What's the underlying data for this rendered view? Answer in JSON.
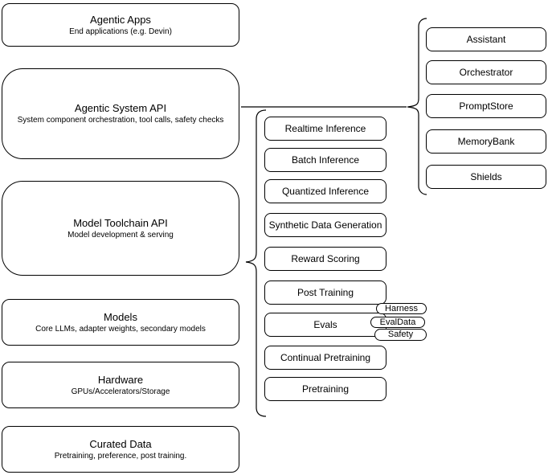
{
  "canvas": {
    "background_color": "#ffffff",
    "stroke_color": "#000000"
  },
  "left_column": [
    {
      "title": "Agentic Apps",
      "subtitle": "End applications (e.g. Devin)"
    },
    {
      "title": "Agentic System API",
      "subtitle": "System component orchestration, tool calls, safety checks"
    },
    {
      "title": "Model Toolchain API",
      "subtitle": "Model development & serving"
    },
    {
      "title": "Models",
      "subtitle": "Core LLMs, adapter weights, secondary models"
    },
    {
      "title": "Hardware",
      "subtitle": "GPUs/Accelerators/Storage"
    },
    {
      "title": "Curated Data",
      "subtitle": "Pretraining, preference, post training."
    }
  ],
  "toolchain_items": [
    "Realtime Inference",
    "Batch Inference",
    "Quantized Inference",
    "Synthetic Data Generation",
    "Reward Scoring",
    "Post Training",
    "Evals",
    "Continual Pretraining",
    "Pretraining"
  ],
  "evals_tags": [
    "Harness",
    "EvalData",
    "Safety"
  ],
  "system_components": [
    "Assistant",
    "Orchestrator",
    "PromptStore",
    "MemoryBank",
    "Shields"
  ]
}
